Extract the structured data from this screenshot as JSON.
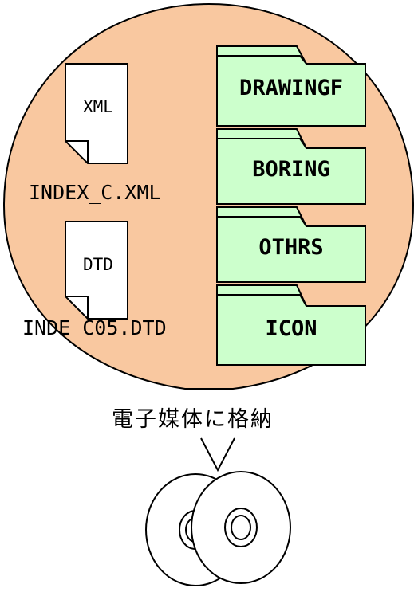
{
  "colors": {
    "bubble_fill": "#F9C8A0",
    "folder_fill": "#CCFFCC",
    "stroke": "#000000"
  },
  "files": [
    {
      "tag": "XML",
      "name": "INDEX_C.XML",
      "icon": "document-icon"
    },
    {
      "tag": "DTD",
      "name": "INDE_C05.DTD",
      "icon": "document-icon"
    }
  ],
  "folders": [
    {
      "name": "DRAWINGF",
      "icon": "folder-icon"
    },
    {
      "name": "BORING",
      "icon": "folder-icon"
    },
    {
      "name": "OTHRS",
      "icon": "folder-icon"
    },
    {
      "name": "ICON",
      "icon": "folder-icon"
    }
  ],
  "caption": "電子媒体に格納",
  "media": {
    "icon": "cd-disc-icon",
    "count": 2
  }
}
